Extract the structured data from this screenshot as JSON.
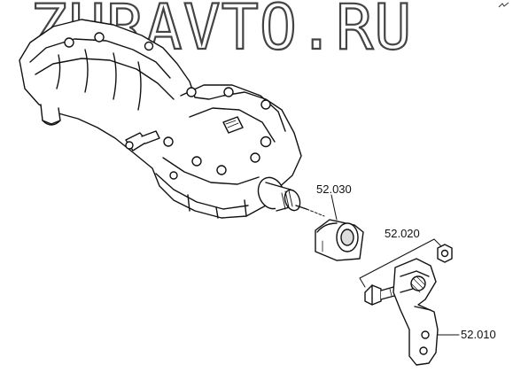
{
  "watermark": {
    "text": "ZURAVTO.RU"
  },
  "callouts": [
    {
      "id": "c-030",
      "label": "52.030"
    },
    {
      "id": "c-020",
      "label": "52.020"
    },
    {
      "id": "c-010",
      "label": "52.010"
    }
  ],
  "colors": {
    "line": "#111111",
    "watermark_outline": "#444444",
    "background": "#ffffff"
  }
}
